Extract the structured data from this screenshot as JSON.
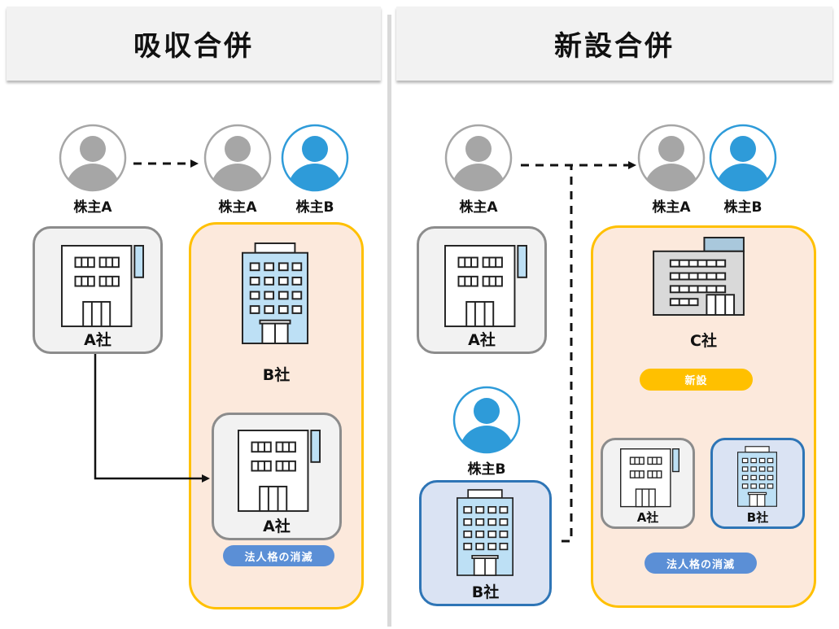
{
  "colors": {
    "header_bg": "#f2f2f2",
    "merged_fill": "#fce9dc",
    "merged_border": "#ffc000",
    "gray_box_border": "#8c8c8c",
    "blue_box_fill": "#dae3f3",
    "blue_box_border": "#2e75b6",
    "shareholder_gray": "#a6a6a6",
    "shareholder_blue": "#2e9bd9",
    "pill_blue": "#5b8fd6",
    "pill_yellow": "#ffc000"
  },
  "left": {
    "title": "吸収合併",
    "shareholder_a_before": "株主A",
    "shareholder_a_after": "株主A",
    "shareholder_b_after": "株主B",
    "company_a": "A社",
    "company_b": "B社",
    "company_a_merged": "A社",
    "badge_dissolved": "法人格の消滅"
  },
  "right": {
    "title": "新設合併",
    "shareholder_a_before": "株主A",
    "shareholder_b_before": "株主B",
    "shareholder_a_after": "株主A",
    "shareholder_b_after": "株主B",
    "company_a": "A社",
    "company_b": "B社",
    "company_c": "C社",
    "badge_new": "新設",
    "company_a_merged": "A社",
    "company_b_merged": "B社",
    "badge_dissolved": "法人格の消滅"
  }
}
